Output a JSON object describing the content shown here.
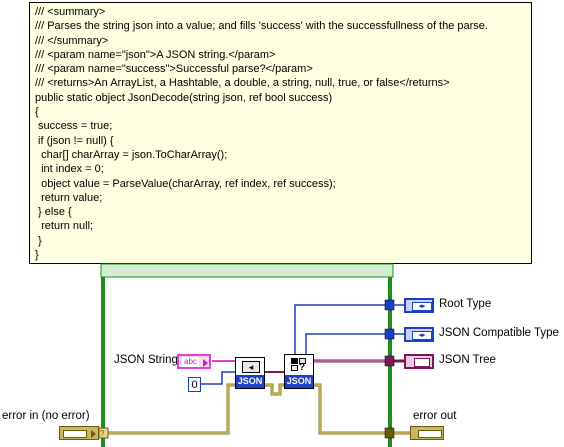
{
  "comment_lines": [
    "/// <summary>",
    "/// Parses the string json into a value; and fills 'success' with the successfullness of the parse.",
    "/// </summary>",
    "/// <param name=\"json\">A JSON string.</param>",
    "/// <param name=\"success\">Successful parse?</param>",
    "/// <returns>An ArrayList, a Hashtable, a double, a string, null, true, or false</returns>",
    "public static object JsonDecode(string json, ref bool success)",
    "{",
    " success = true;",
    " if (json != null) {",
    "  char[] charArray = json.ToCharArray();",
    "  int index = 0;",
    "  object value = ParseValue(charArray, ref index, ref success);",
    "  return value;",
    " } else {",
    "  return null;",
    " }",
    "}"
  ],
  "labels": {
    "json_string": "JSON String",
    "error_in": "error in (no error)",
    "root_type": "Root Type",
    "json_compatible_type": "JSON Compatible Type",
    "json_tree": "JSON Tree",
    "error_out": "error out"
  },
  "constants": {
    "index_zero": "0",
    "abc_glyph": "abc",
    "vi_caption_1": "JSON",
    "vi_caption_2": "JSON",
    "vi_glyph_2": "?"
  },
  "colors": {
    "structure_frame": "#1d8e1d",
    "string_wire": "#e040d8",
    "int_wire": "#1b3fc8",
    "enum_wire": "#1b3fc8",
    "cluster_wire": "#7a1a52",
    "error_wire": "#8a7a1a",
    "note_bg": "#ffffe1"
  }
}
